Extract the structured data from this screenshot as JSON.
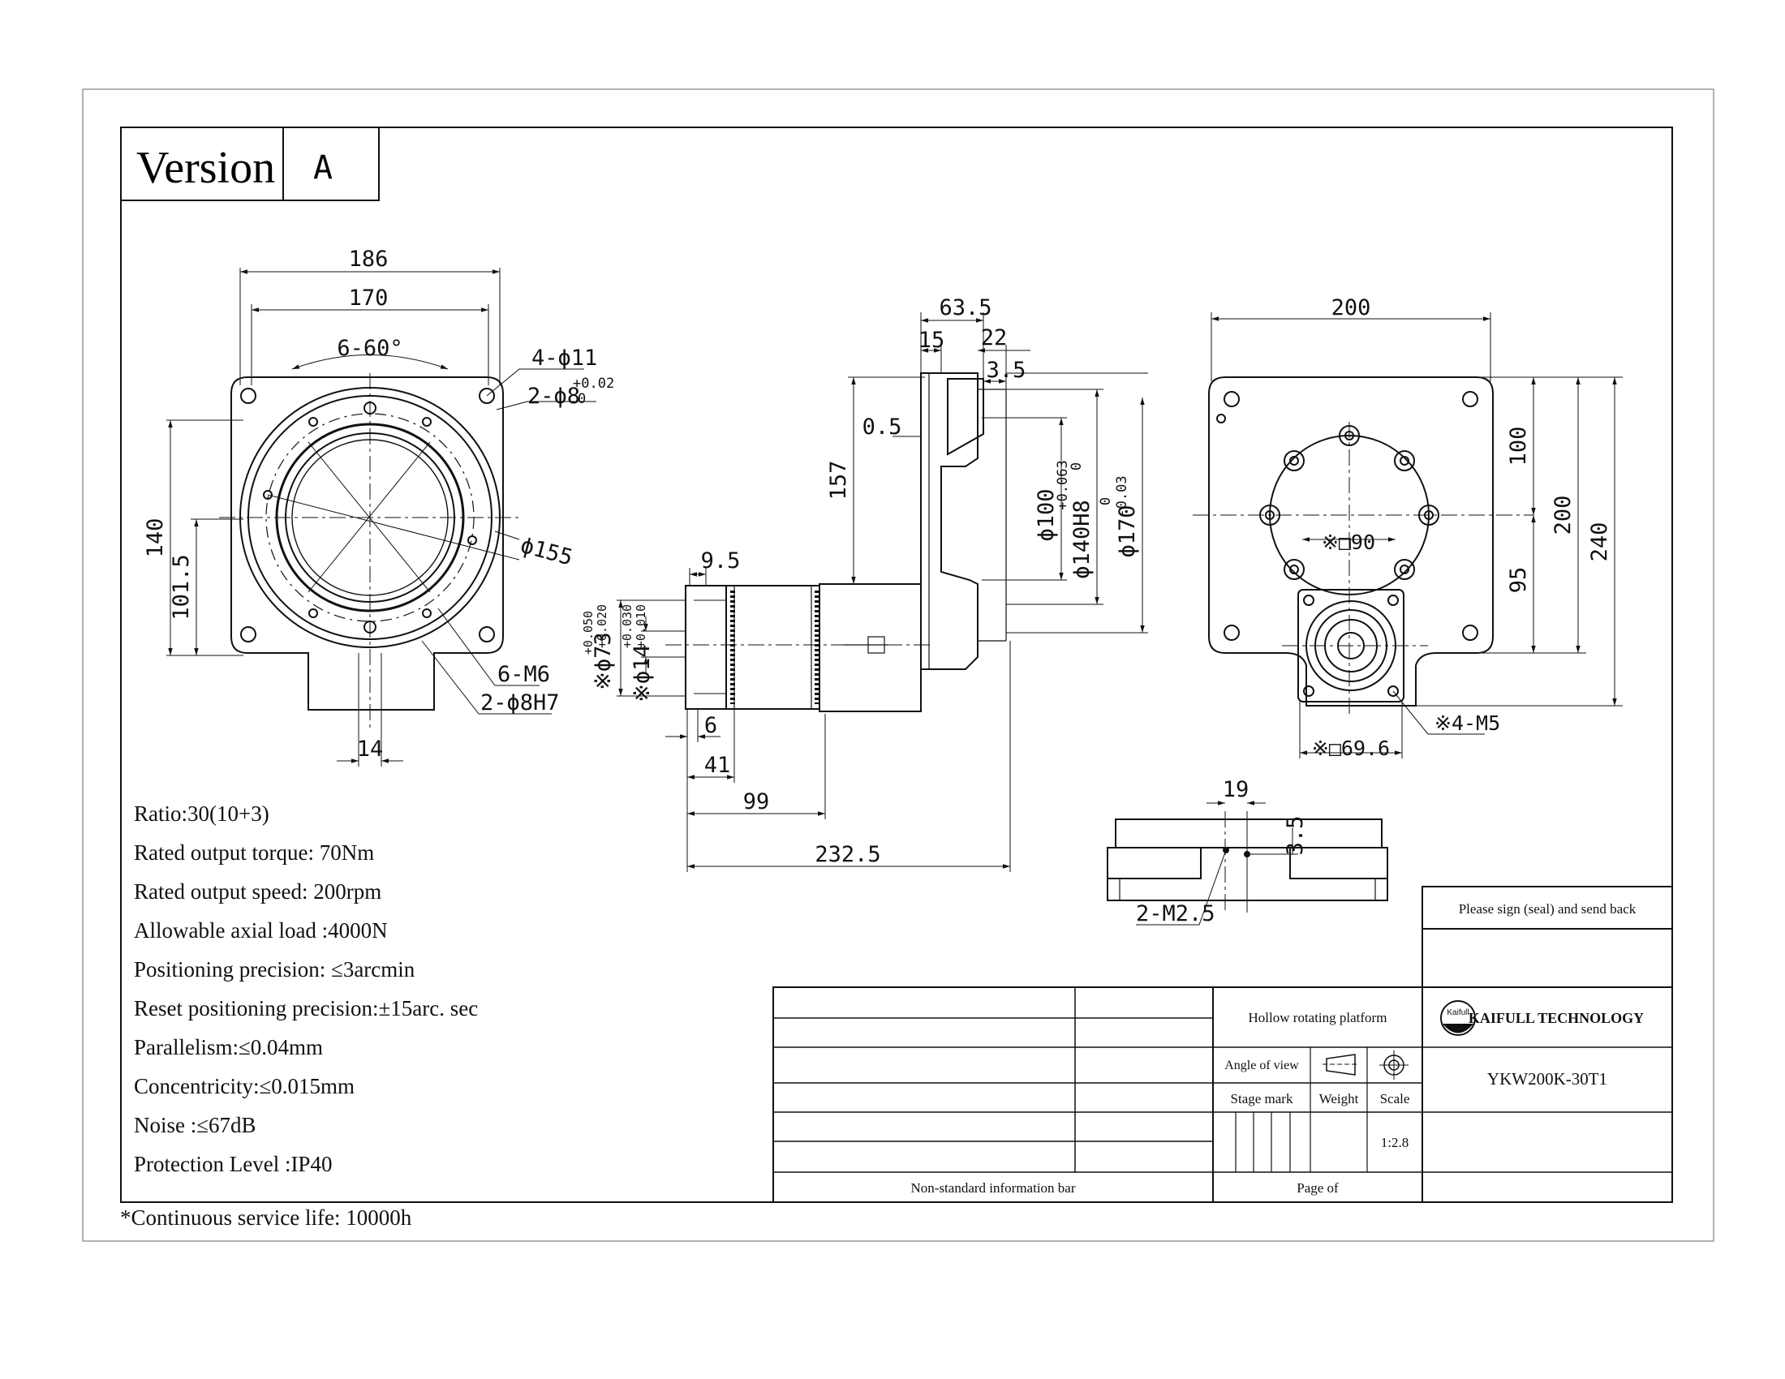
{
  "version": {
    "label": "Version",
    "value": "A"
  },
  "specs": [
    "Ratio:30(10+3)",
    "Rated output torque: 70Nm",
    "Rated output speed: 200rpm",
    "Allowable axial load :4000N",
    "Positioning precision: ≤3arcmin",
    "Reset positioning precision:±15arc. sec",
    "Parallelism:≤0.04mm",
    "Concentricity:≤0.015mm",
    "Noise :≤67dB",
    "Protection Level :IP40"
  ],
  "service_life": "*Continuous service life: 10000h",
  "front_view": {
    "dim_186": "186",
    "dim_170": "170",
    "angle": "6-60°",
    "holes_4": "4-ϕ11",
    "holes_2_pre": "2-ϕ8",
    "tol_top": "+0.02",
    "tol_bot": "0",
    "dim_140": "140",
    "dim_101_5": "101.5",
    "dim_155": "ϕ155",
    "m6": "6-M6",
    "pin": "2-ϕ8H7",
    "dim_14": "14"
  },
  "side_view": {
    "dim_63_5": "63.5",
    "dim_15": "15",
    "dim_22": "22",
    "dim_3_5": "3.5",
    "dim_0_5": "0.5",
    "dim_157": "157",
    "dim_100": "ϕ100",
    "dim_140h8": "ϕ140H8",
    "tol_140_top": "+0.063",
    "tol_140_bot": "0",
    "dim_170": "ϕ170",
    "tol_170_top": "0",
    "tol_170_bot": "-0.03",
    "dim_9_5": "9.5",
    "dim_73": "※ϕ73",
    "tol_73_top": "+0.050",
    "tol_73_bot": "+0.020",
    "dim_14": "※ϕ14",
    "tol_14_top": "+0.030",
    "tol_14_bot": "+0.010",
    "dim_6": "6",
    "dim_41": "41",
    "dim_99": "99",
    "dim_232_5": "232.5"
  },
  "right_view": {
    "dim_200_top": "200",
    "dim_100": "100",
    "dim_200_v": "200",
    "dim_240": "240",
    "dim_95": "95",
    "sq_90": "※□90",
    "sq_69_6": "※□69.6",
    "m5": "※4-M5"
  },
  "detail_view": {
    "dim_19": "19",
    "dim_3_5": "3.5",
    "m2_5": "2-M2.5"
  },
  "title_block": {
    "sign_note": "Please sign (seal) and send back",
    "product_name": "Hollow rotating platform",
    "company": "KAIFULL TECHNOLOGY",
    "logo_text": "Kaifull",
    "angle_of_view": "Angle of view",
    "model": "YKW200K-30T1",
    "stage_mark": "Stage mark",
    "weight": "Weight",
    "scale": "Scale",
    "scale_value": "1:2.8",
    "nonstandard": "Non-standard information bar",
    "page_of": "Page of"
  }
}
